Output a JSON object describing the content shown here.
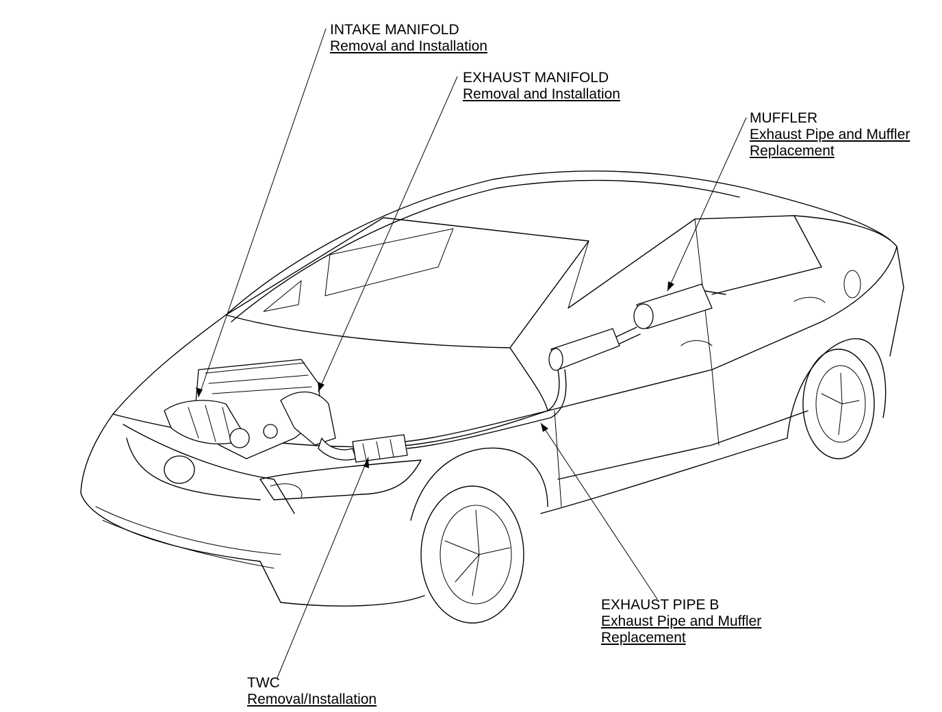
{
  "callouts": {
    "intake_manifold": {
      "title": "INTAKE MANIFOLD",
      "link": "Removal and Installation"
    },
    "exhaust_manifold": {
      "title": "EXHAUST MANIFOLD",
      "link": "Removal and Installation"
    },
    "muffler": {
      "title": "MUFFLER",
      "link_line1": "Exhaust Pipe and Muffler",
      "link_line2": "Replacement"
    },
    "exhaust_pipe_b": {
      "title": "EXHAUST PIPE B",
      "link_line1": "Exhaust Pipe and Muffler",
      "link_line2": "Replacement"
    },
    "twc": {
      "title": "TWC",
      "link": "Removal/Installation"
    }
  }
}
